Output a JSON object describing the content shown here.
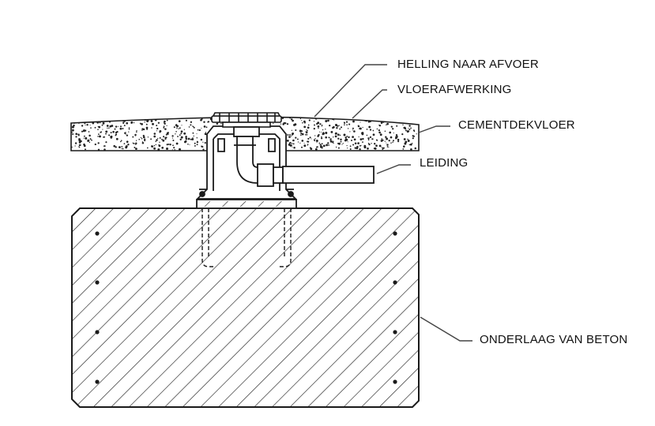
{
  "labels": {
    "slope": "HELLING NAAR AFVOER",
    "finish": "VLOERAFWERKING",
    "screed": "CEMENTDEKVLOER",
    "pipe": "LEIDING",
    "concrete": "ONDERLAAG VAN BETON"
  },
  "colors": {
    "line": "#1a1a1a",
    "leader": "#444444",
    "background": "#ffffff"
  }
}
